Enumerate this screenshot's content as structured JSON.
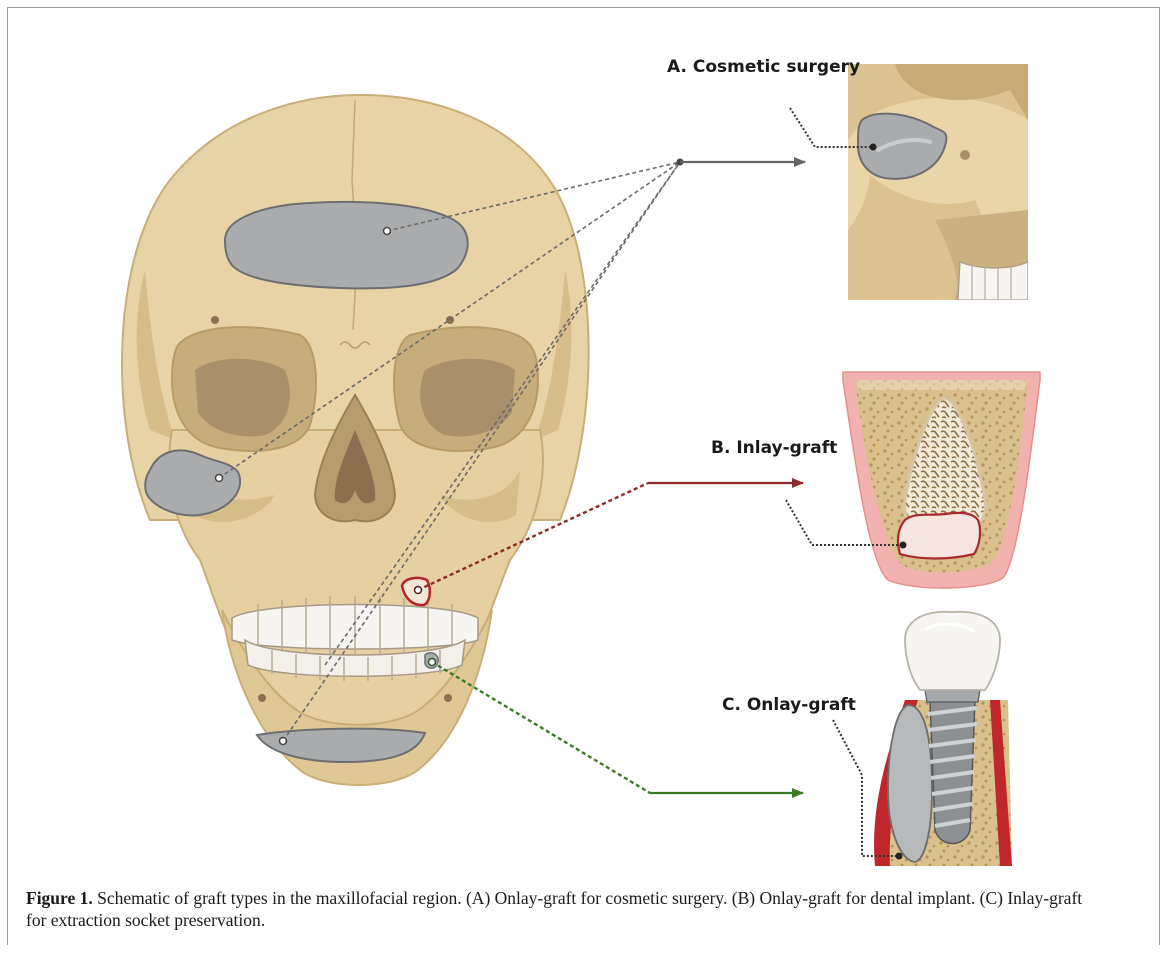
{
  "figure": {
    "labels": {
      "a": "A. Cosmetic surgery",
      "b": "B. Inlay-graft",
      "c": "C. Onlay-graft"
    },
    "caption": {
      "lead": "Figure 1.",
      "text": " Schematic of graft types in the maxillofacial region. (A) Onlay-graft for cosmetic surgery. (B) Onlay-graft for dental implant. (C) Inlay-graft for extraction socket preservation."
    },
    "colors": {
      "bone": "#e8d3a6",
      "bone_shadow": "#d6bd8a",
      "orbit_dark": "#a8906a",
      "graft_gray": "#a9abad",
      "graft_outline": "#6c6e70",
      "inlay_red": "#b3242a",
      "link_gray": "#666666",
      "link_red": "#8e2a2a",
      "link_green": "#3d7a2a",
      "gum_pink": "#f2b3b0",
      "tooth_white": "#f7f5f1"
    }
  }
}
